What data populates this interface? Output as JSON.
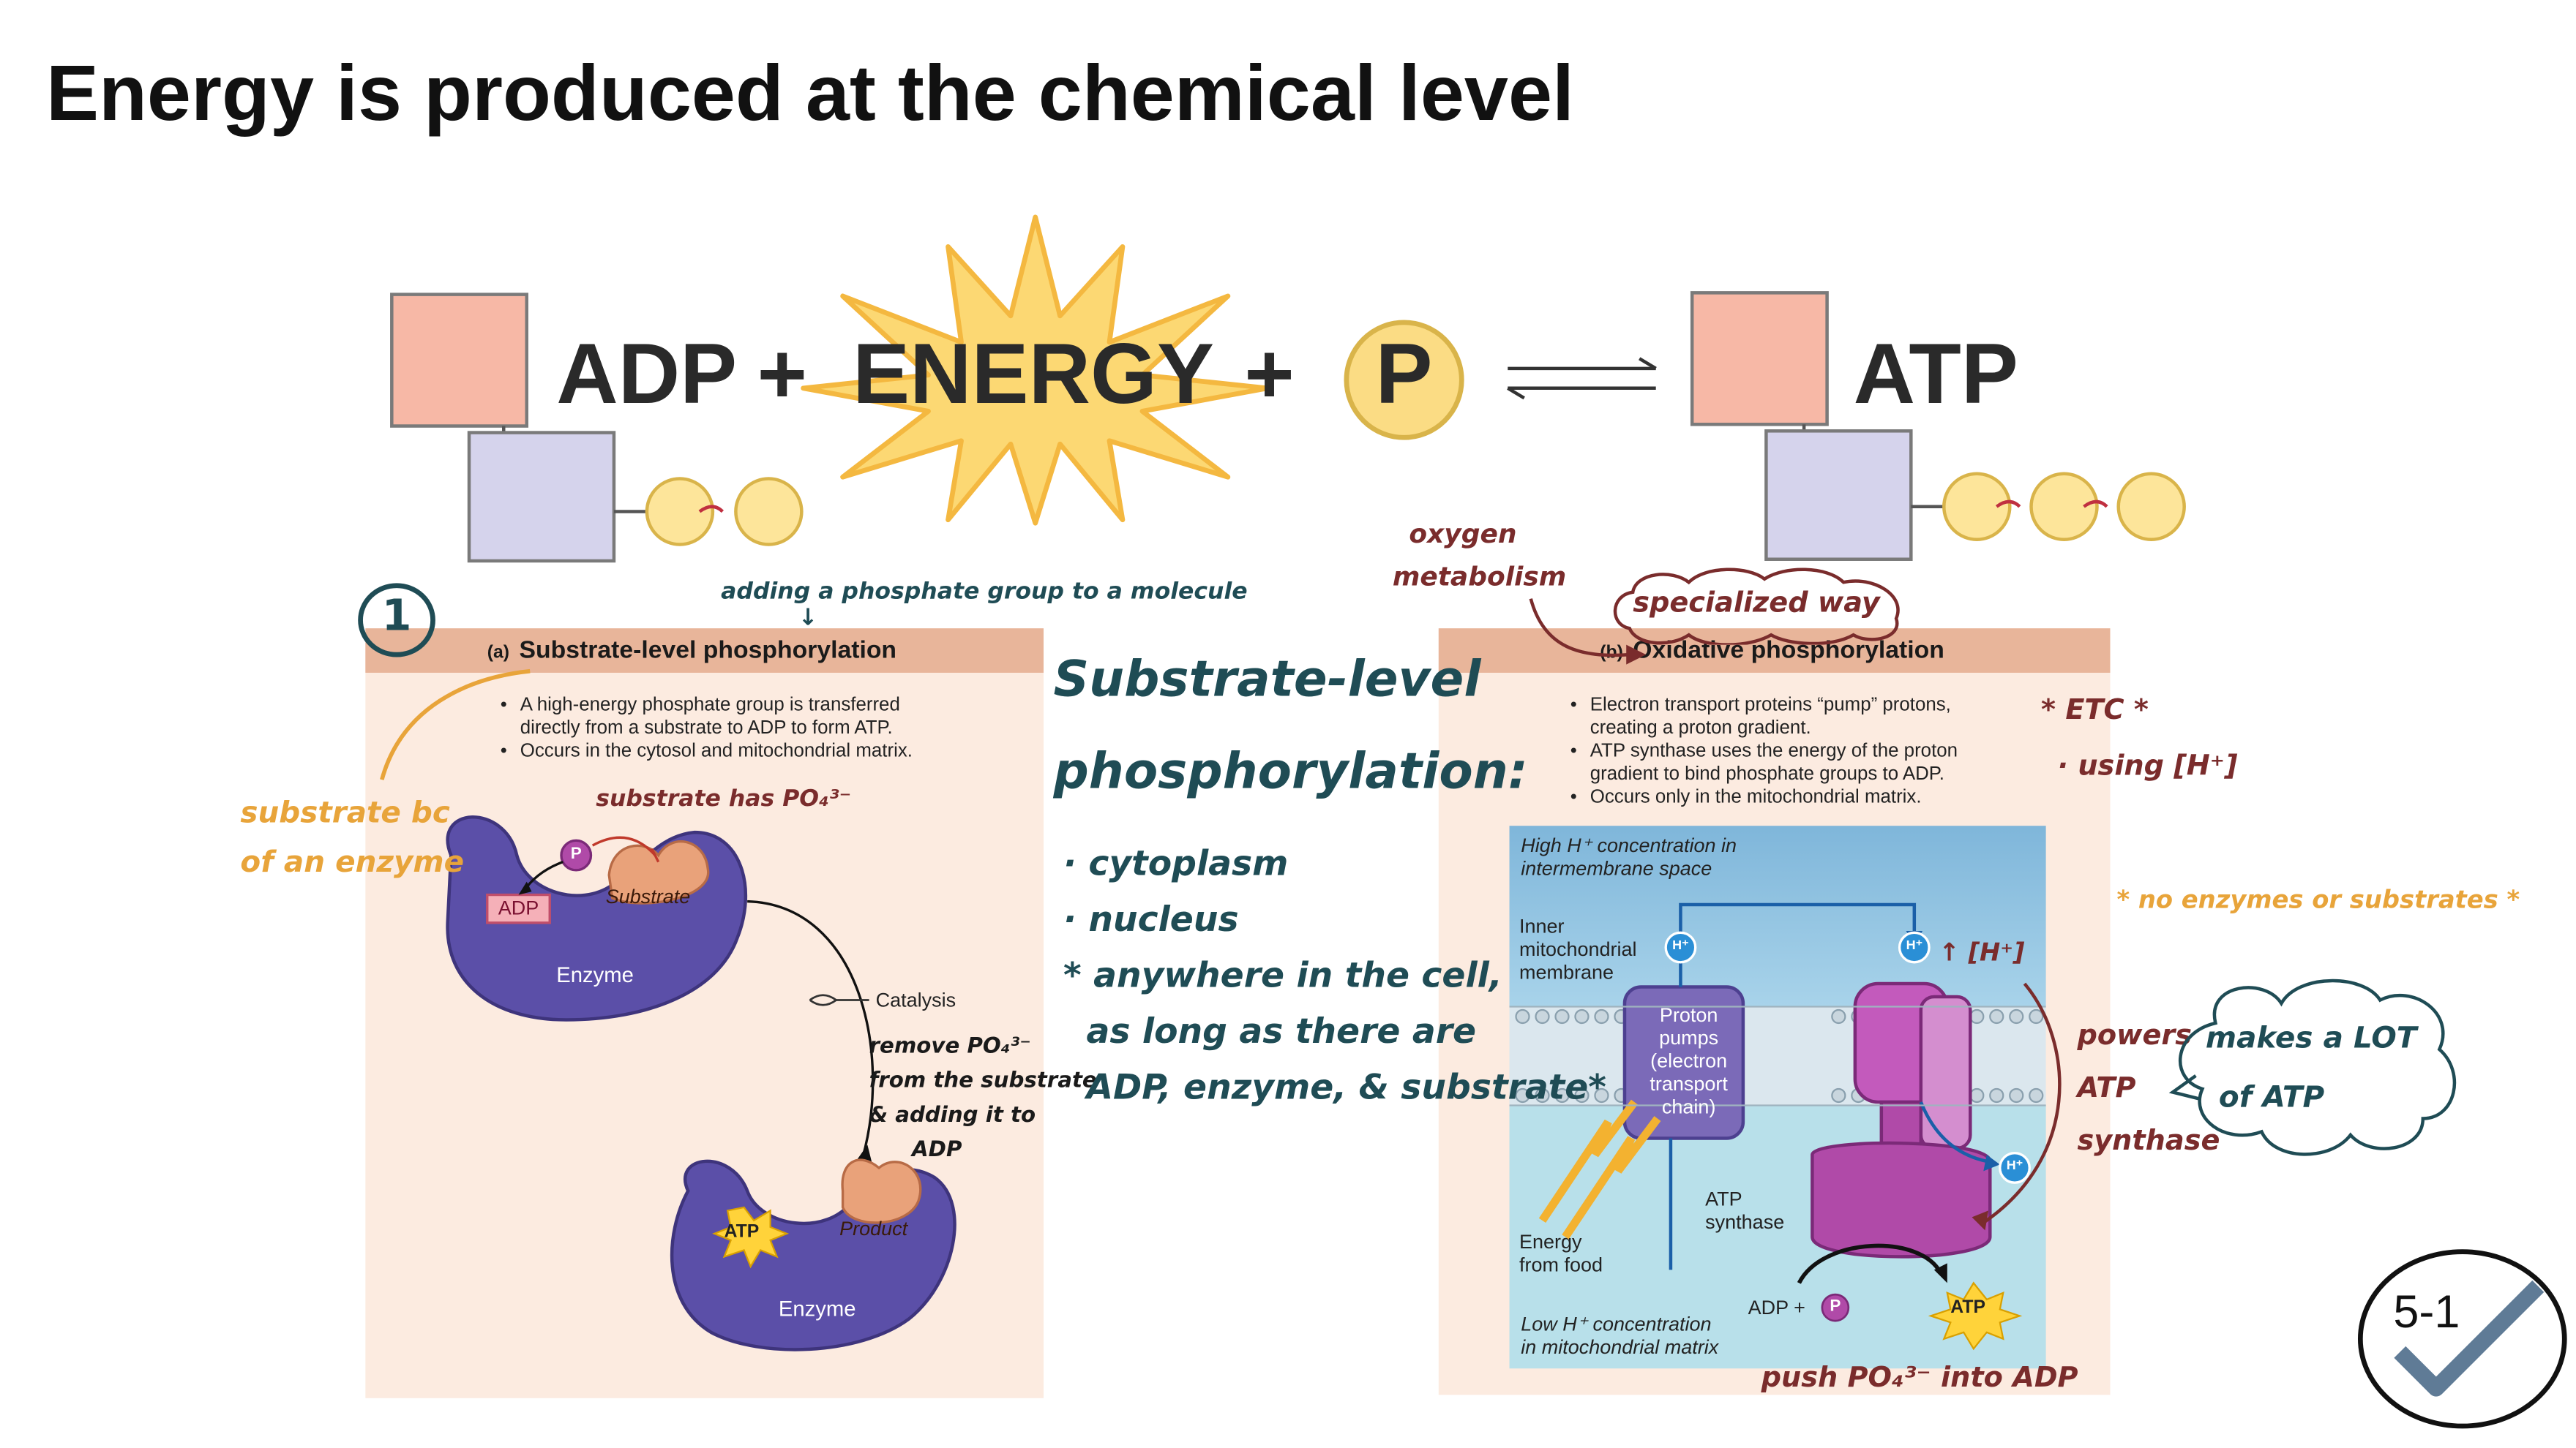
{
  "slide": {
    "title": "Energy is produced at the chemical level",
    "slide_number": "5-1"
  },
  "equation": {
    "adp": "ADP",
    "plus1": "+",
    "energy": "ENERGY",
    "plus2": "+",
    "phosphate": "P",
    "atp": "ATP"
  },
  "panel_a": {
    "tag": "(a)",
    "title": "Substrate-level phosphorylation",
    "bullets": [
      "A high-energy phosphate group is transferred directly from a substrate to ADP to form ATP.",
      "Occurs in the cytosol and mitochondrial matrix."
    ],
    "labels": {
      "p": "P",
      "adp": "ADP",
      "substrate": "Substrate",
      "enzyme_top": "Enzyme",
      "catalysis": "Catalysis",
      "atp": "ATP",
      "product": "Product",
      "enzyme_bottom": "Enzyme"
    }
  },
  "panel_b": {
    "tag": "(b)",
    "title": "Oxidative phosphorylation",
    "bullets": [
      "Electron transport proteins “pump” protons, creating a proton gradient.",
      "ATP synthase uses the energy of the proton gradient to bind phosphate groups to ADP.",
      "Occurs only in the mitochondrial matrix."
    ],
    "labels": {
      "high_h_1": "High H⁺ concentration in",
      "high_h_2": "intermembrane space",
      "inner_1": "Inner",
      "inner_2": "mitochondrial",
      "inner_3": "membrane",
      "h": "H⁺",
      "pumps_1": "Proton",
      "pumps_2": "pumps",
      "pumps_3": "(electron",
      "pumps_4": "transport",
      "pumps_5": "chain)",
      "atp_synth_1": "ATP",
      "atp_synth_2": "synthase",
      "energy_1": "Energy",
      "energy_2": "from food",
      "adp_plus": "ADP +",
      "p": "P",
      "atp": "ATP",
      "low_h_1": "Low H⁺ concentration",
      "low_h_2": "in mitochondrial matrix"
    }
  },
  "annotations": {
    "circle_one": "1",
    "adding_phosphate": "adding a phosphate group to a molecule",
    "substrate_bc_1": "substrate bc",
    "substrate_bc_2": "of an enzyme",
    "substrate_has": "substrate has PO₄³⁻",
    "remove_1": "remove PO₄³⁻",
    "remove_2": "from the substrate",
    "remove_3": "& adding it to",
    "remove_4": "ADP",
    "slp_1": "Substrate-level",
    "slp_2": "phosphorylation:",
    "cytoplasm": "· cytoplasm",
    "nucleus": "· nucleus",
    "anywhere_1": "* anywhere in the cell,",
    "anywhere_2": "as long as there are",
    "anywhere_3": "ADP, enzyme, & substrate*",
    "oxygen_1": "oxygen",
    "oxygen_2": "metabolism",
    "specialized": "specialized way",
    "etc": "* ETC *",
    "using_h": "· using [H⁺]",
    "no_enzymes": "* no enzymes or substrates *",
    "up_h": "↑ [H⁺]",
    "powers_1": "powers",
    "powers_2": "ATP",
    "powers_3": "synthase",
    "makes_1": "makes a LOT",
    "makes_2": "of ATP",
    "push": "push PO₄³⁻ into ADP"
  },
  "colors": {
    "teal_ink": "#1f4c55",
    "orange_ink": "#e8a43a",
    "maroon_ink": "#7a2c2c",
    "panel_bg": "#fcebe0",
    "panel_header": "#e8b59a",
    "enzyme": "#5b4fa8",
    "substrate": "#e9a27a",
    "membrane_protein": "#b04aa8"
  }
}
